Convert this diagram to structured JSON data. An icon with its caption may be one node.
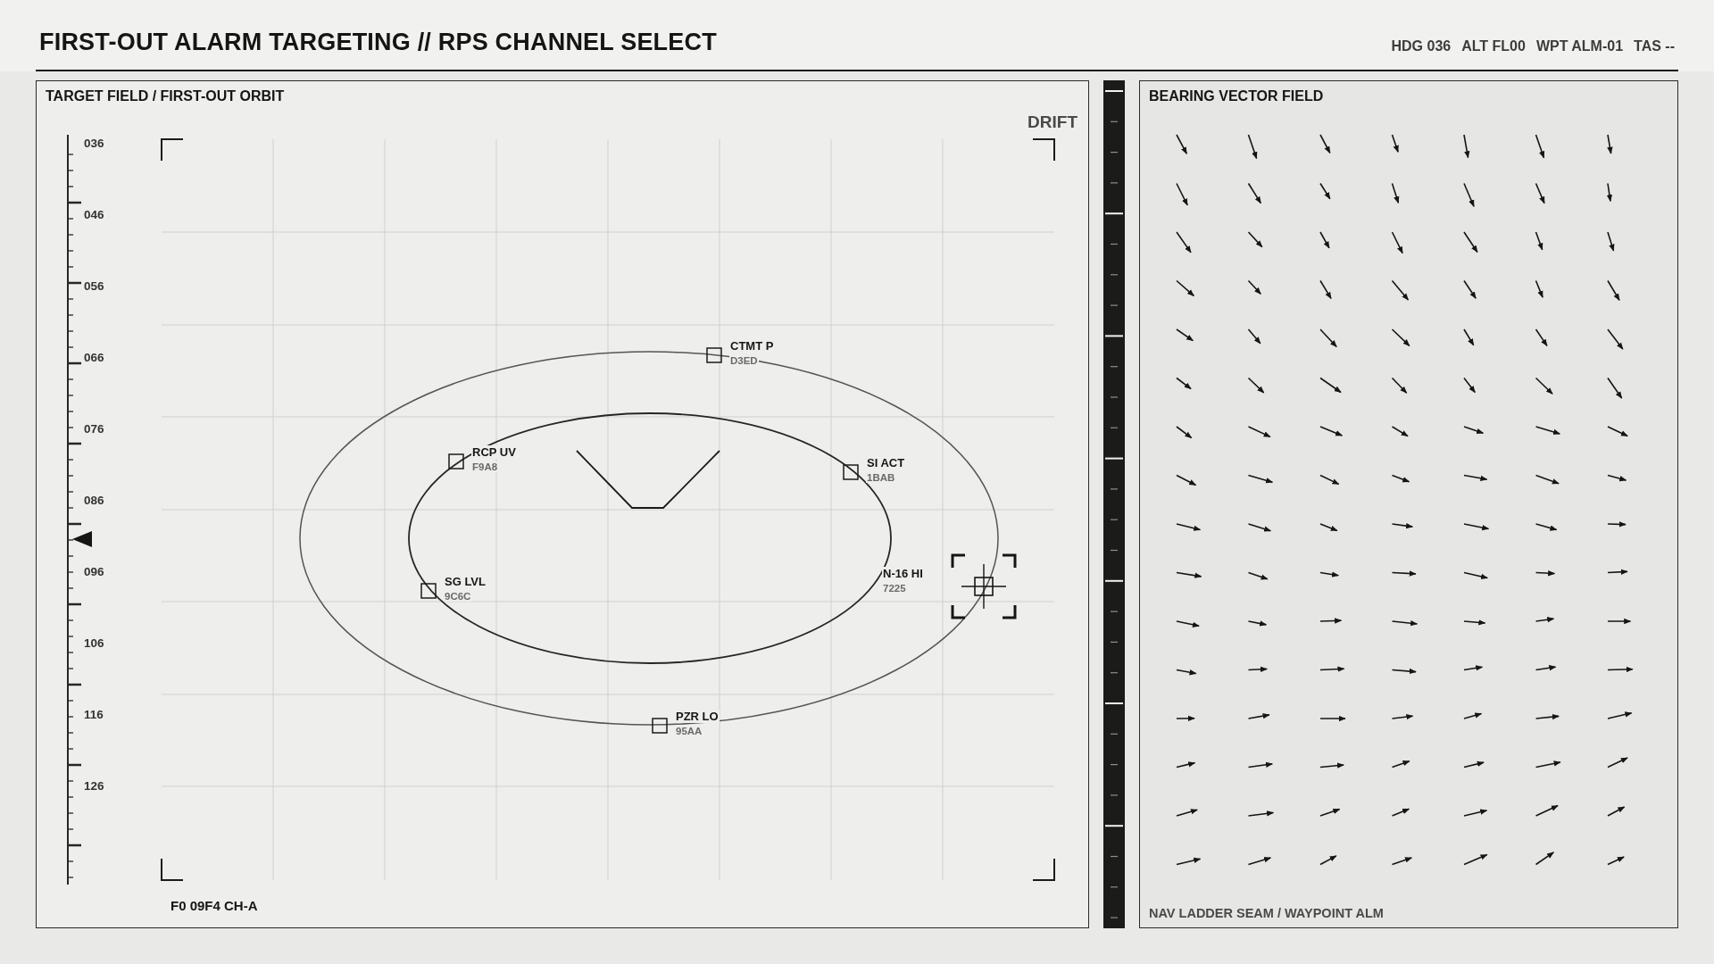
{
  "diagram": {
    "title": "FIRST-OUT ALARM TARGETING // RPS CHANNEL SELECT",
    "nodes": [
      {
        "text": [
          "TARGET FIELD / FIRST-OUT ORBIT"
        ]
      },
      {
        "text": [
          "CTMT P",
          "D3ED"
        ],
        "in": 0
      },
      {
        "text": [
          "RCP UV",
          "F9A8"
        ],
        "in": 0
      },
      {
        "text": [
          "SI ACT",
          "1BAB"
        ],
        "in": 0
      },
      {
        "text": [
          "SG LVL",
          "9C6C"
        ],
        "in": 0
      },
      {
        "text": [
          "N-16 HI",
          "7225"
        ],
        "in": 0
      },
      {
        "text": [
          "PZR LO",
          "95AA"
        ],
        "in": 0
      },
      {
        "text": [
          "BEARING VECTOR FIELD",
          "NAV LADDER SEAM / WAYPOINT ALM"
        ]
      }
    ],
    "edges": [],
    "labels": [
      "HDG 036",
      "ALT FL00",
      "WPT ALM-01",
      "TAS --",
      "DRIFT",
      "036",
      "046",
      "056",
      "066",
      "076",
      "086",
      "096",
      "106",
      "116",
      "126",
      "F0 09F4 CH-A"
    ]
  }
}
